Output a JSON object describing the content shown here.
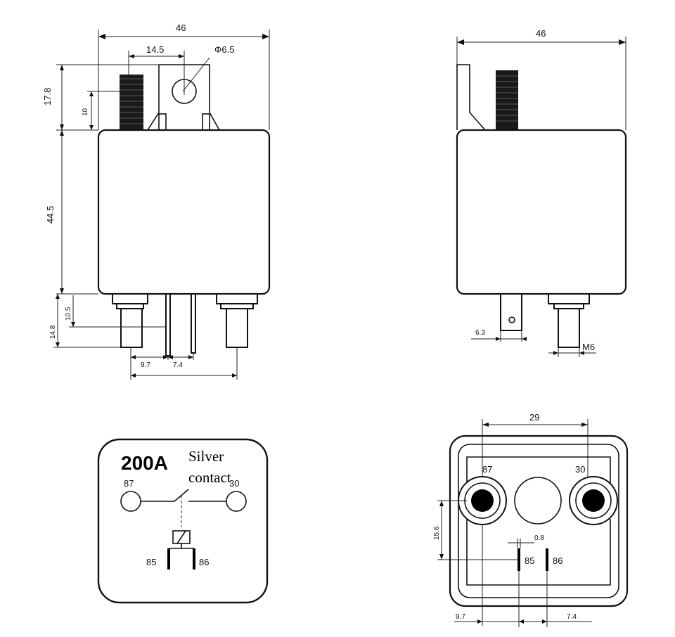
{
  "front_view": {
    "width": "46",
    "tab_offset": "14.5",
    "hole_dia": "Φ6.5",
    "tab_height": "17.8",
    "stud_height": "10",
    "body_height": "44.5",
    "pin_len_inner": "10.5",
    "pin_len": "14.8",
    "pin_spacing_a": "9.7",
    "pin_spacing_b": "7.4"
  },
  "side_view": {
    "width": "46",
    "terminal_width": "6.3",
    "stud_thread": "M6"
  },
  "schematic": {
    "rating": "200A",
    "contact_line1": "Silver",
    "contact_line2": "contact",
    "pin_87": "87",
    "pin_30": "30",
    "pin_85": "85",
    "pin_86": "86"
  },
  "bottom_view": {
    "stud_spacing": "29",
    "pin_87": "87",
    "pin_30": "30",
    "pin_85": "85",
    "pin_86": "86",
    "gap": "0.8",
    "depth": "15.6",
    "offset_a": "9.7",
    "offset_b": "7.4"
  }
}
